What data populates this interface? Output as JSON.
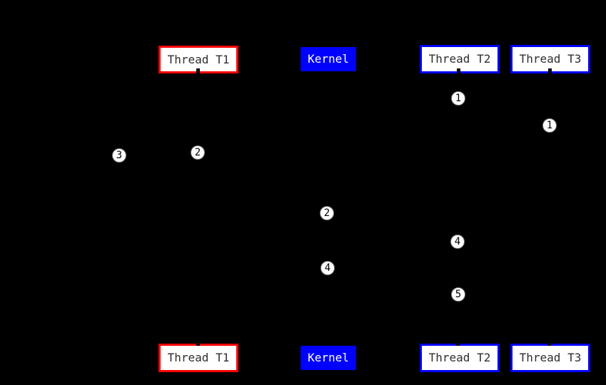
{
  "figure": {
    "type": "thread-kernel-sequence-diagram",
    "background_color": "#000000",
    "colors": {
      "thread_t1_border": "#ff0000",
      "kernel_fill": "#0000ff",
      "thread_t2_border": "#0000ff",
      "thread_t3_border": "#0000ff",
      "box_fill": "#ffffff",
      "box_text": "#2e2e2e",
      "kernel_text": "#ffffff",
      "marker_fill": "#ffffff",
      "marker_text": "#000000"
    },
    "top_boxes": [
      {
        "label": "Thread T1"
      },
      {
        "label": "Kernel"
      },
      {
        "label": "Thread T2"
      },
      {
        "label": "Thread T3"
      }
    ],
    "bottom_boxes": [
      {
        "label": "Thread T1"
      },
      {
        "label": "Kernel"
      },
      {
        "label": "Thread T2"
      },
      {
        "label": "Thread T3"
      }
    ],
    "step_markers": [
      {
        "label": "1"
      },
      {
        "label": "1"
      },
      {
        "label": "3"
      },
      {
        "label": "2"
      },
      {
        "label": "2"
      },
      {
        "label": "4"
      },
      {
        "label": "4"
      },
      {
        "label": "5"
      }
    ]
  }
}
